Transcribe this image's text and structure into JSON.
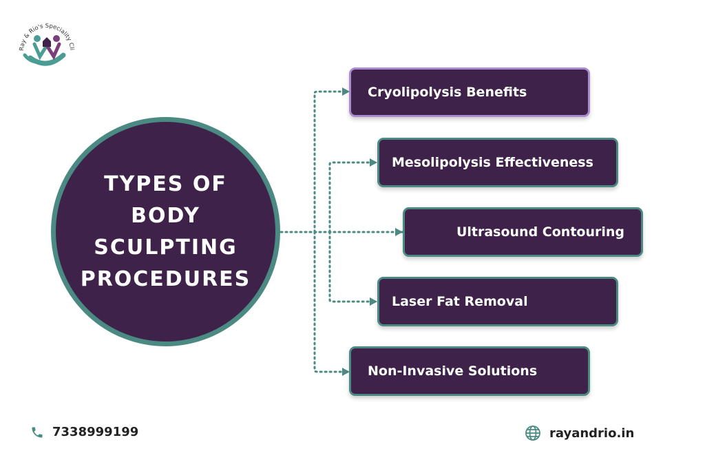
{
  "brand": {
    "logo_text": "Ray & Rio's Speciality Clinic"
  },
  "center": {
    "title": "TYPES OF BODY SCULPTING PROCEDURES"
  },
  "branches": [
    {
      "label": "Cryolipolysis Benefits"
    },
    {
      "label": "Mesolipolysis Effectiveness"
    },
    {
      "label": "Ultrasound Contouring"
    },
    {
      "label": "Laser Fat Removal"
    },
    {
      "label": "Non-Invasive Solutions"
    }
  ],
  "footer": {
    "phone": "7338999199",
    "website": "rayandrio.in",
    "phone_icon": "phone-icon",
    "web_icon": "globe-icon"
  },
  "colors": {
    "primary": "#3f2249",
    "accent": "#4a8a82",
    "highlight_border": "#a98bd0"
  }
}
